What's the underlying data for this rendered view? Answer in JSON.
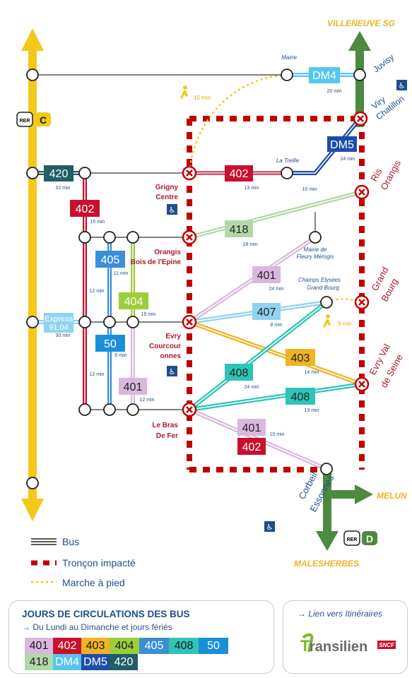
{
  "places": {
    "villeneuve": "VILLENEUVE SG",
    "melun": "MELUN",
    "malesherbes": "MALESHERBES",
    "juvisy": "Juvisy",
    "viry": [
      "Viry",
      "Chatillon"
    ],
    "ris": [
      "Ris",
      "Orangis"
    ],
    "grand_bourg": [
      "Grand",
      "Bourg"
    ],
    "evry_val": [
      "Evry Val",
      "de Seine"
    ],
    "corbeil": [
      "Corbeil",
      "Essonnes"
    ],
    "grigny": [
      "Grigny",
      "Centre"
    ],
    "orangis_bois": [
      "Orangis",
      "Bois de l'Epine"
    ],
    "evry_courc": [
      "Evry",
      "Courcour",
      "onnes"
    ],
    "bras_de_fer": [
      "Le Bras",
      "De Fer"
    ],
    "mairie": "Mairie",
    "la_treille": "La Treille",
    "mairie_fleury": [
      "Mairie de",
      "Fleury Mérogis"
    ],
    "champs": [
      "Champs Elysées",
      "Grand Bourg"
    ]
  },
  "walk": {
    "top": "10 min",
    "right": "9 min"
  },
  "times": {
    "dm4": "20 min",
    "dm5": "24 min",
    "lt": "10 min",
    "b402": "13 min",
    "b420": "32 min",
    "b418": "18 min",
    "v402": "15 min",
    "v405": "11 min",
    "v404": "19 min",
    "b401": "24 min",
    "b407": "8 min",
    "b403": "14 min",
    "b408a": "24 min",
    "b408b": "13 min",
    "b50": "6 min",
    "vb401": "12 min",
    "bd401": "10 min",
    "v12a": "12 min",
    "v12b": "12 min",
    "exp": "30 min"
  },
  "badges": {
    "dm4": "DM4",
    "dm5": "DM5",
    "b420": "420",
    "b402": "402",
    "b418": "418",
    "v402": "402",
    "v405": "405",
    "v404": "404",
    "b401": "401",
    "b407": "407",
    "b403": "403",
    "b50": "50",
    "b408a": "408",
    "b408b": "408",
    "vb401": "401",
    "bd401": "401",
    "bd402": "402",
    "exp1": "Express",
    "exp2": "91.04"
  },
  "rer": {
    "rer": "RER",
    "c": "C",
    "d": "D"
  },
  "legend": {
    "bus": "Bus",
    "troncon": "Tronçon impacté",
    "marche": "Marche à pied"
  },
  "schedule": {
    "title": "JOURS DE CIRCULATIONS DES BUS",
    "subtitle": "Du Lundi au Dimanche et jours fériés",
    "lines": [
      {
        "label": "401",
        "color": "#d8b8dd"
      },
      {
        "label": "402",
        "color": "#c8102e"
      },
      {
        "label": "403",
        "color": "#f0b323"
      },
      {
        "label": "404",
        "color": "#9ccd3b"
      },
      {
        "label": "405",
        "color": "#3b8fd4"
      },
      {
        "label": "408",
        "color": "#2ec4b6"
      },
      {
        "label": "50",
        "color": "#1a8fd9"
      },
      {
        "label": "418",
        "color": "#b2d8a8"
      },
      {
        "label": "DM4",
        "color": "#57c5ee"
      },
      {
        "label": "DM5",
        "color": "#1c4ea8"
      },
      {
        "label": "420",
        "color": "#215e66"
      }
    ]
  },
  "links": {
    "itineraires": "Lien vers Itinéraires",
    "brand": "ransilien",
    "brand_t": "T",
    "sncf": "SNCF"
  },
  "colors": {
    "rer_c": "#f4c81a",
    "rer_d": "#4c8a3f",
    "impacted": "#c00000",
    "walk": "#f4c81a",
    "bus": "#333333",
    "station_text": "#b0182a",
    "small_text": "#1f4e8c"
  }
}
